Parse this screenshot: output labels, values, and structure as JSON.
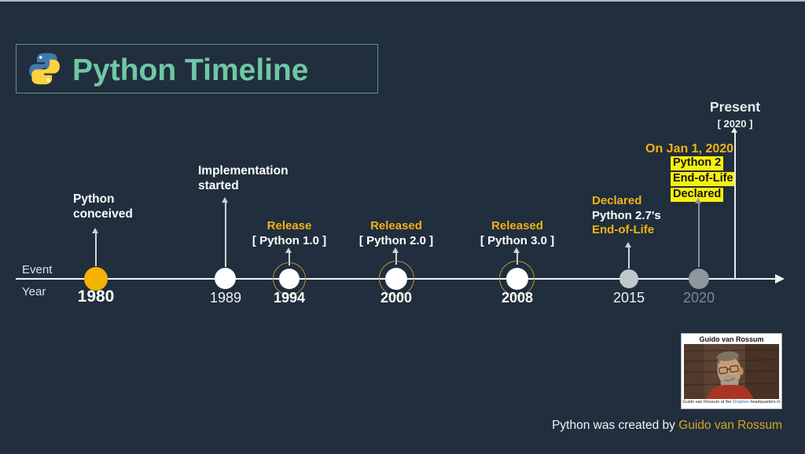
{
  "slide": {
    "background_color": "#202e3d",
    "accent_teal": "#6fc7a4",
    "accent_gold": "#f2b214",
    "highlight_yellow": "#f7ef12",
    "marker_gold": "#f3b300",
    "marker_gray": "#8f969d"
  },
  "header": {
    "title": "Python Timeline",
    "logo_icon": "python-logo"
  },
  "axis": {
    "event_label": "Event",
    "year_label": "Year"
  },
  "timeline": {
    "events": [
      {
        "year": "1980",
        "lines": [
          "Python",
          "conceived"
        ]
      },
      {
        "year": "1989",
        "lines": [
          "Implementation",
          "started"
        ]
      },
      {
        "year": "1994",
        "lines": [
          "Release",
          "[ Python 1.0 ]"
        ]
      },
      {
        "year": "2000",
        "lines": [
          "Released",
          "[ Python 2.0 ]"
        ]
      },
      {
        "year": "2008",
        "lines": [
          "Released",
          "[ Python 3.0 ]"
        ]
      },
      {
        "year": "2015",
        "lines": [
          "Declared",
          "Python 2.7's",
          "End-of-Life"
        ]
      },
      {
        "year": "2020",
        "heading": "On Jan 1, 2020",
        "highlight_lines": [
          "Python 2",
          "End-of-Life",
          "Declared"
        ]
      }
    ],
    "present": {
      "title": "Present",
      "subtitle": "[ 2020 ]"
    }
  },
  "infobox": {
    "title": "Guido van Rossum",
    "photo_icon": "guido-van-rossum-portrait",
    "caption_prefix": "Guido van Rossum at the ",
    "caption_link": "Dropbox",
    "caption_suffix": " headquarters in"
  },
  "footer": {
    "credit_prefix": "Python was created by ",
    "credit_author": "Guido van Rossum"
  }
}
